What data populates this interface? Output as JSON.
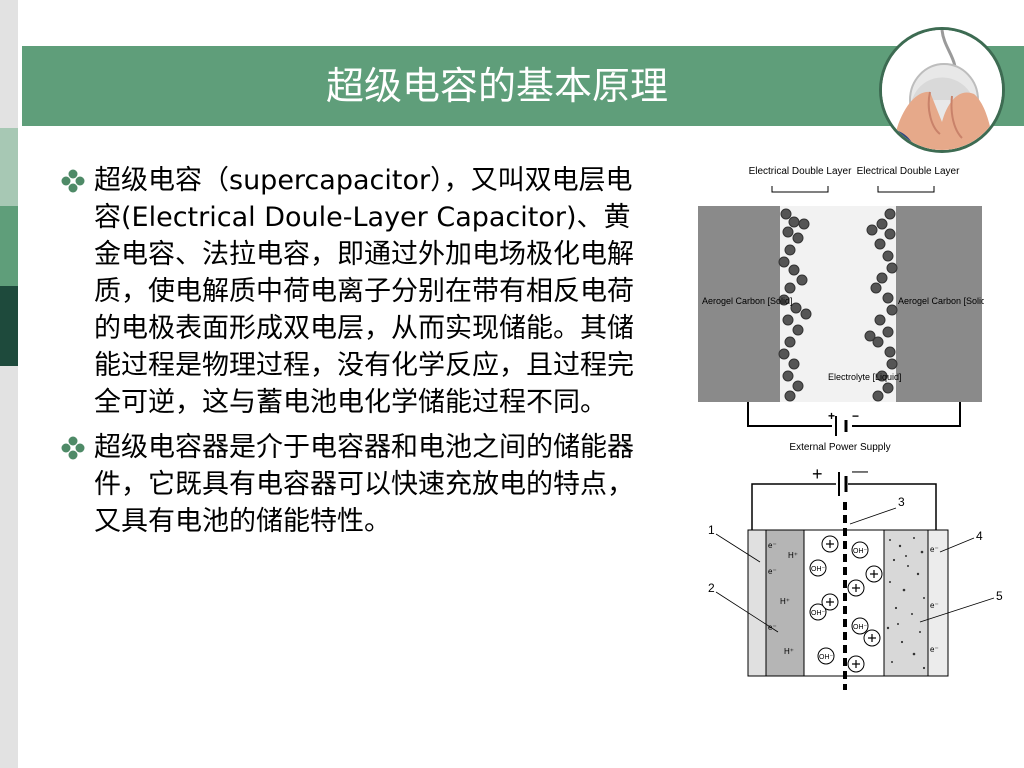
{
  "slide": {
    "title": "超级电容的基本原理",
    "bullets": [
      "超级电容（supercapacitor），又叫双电层电容(Electrical Doule-Layer Capacitor)、黄金电容、法拉电容，即通过外加电场极化电解质，使电解质中荷电离子分别在带有相反电荷的电极表面形成双电层，从而实现储能。其储能过程是物理过程，没有化学反应，且过程完全可逆，这与蓄电池电化学储能过程不同。",
      "超级电容器是介于电容器和电池之间的储能器件，它既具有电容器可以快速充放电的特点，又具有电池的储能特性。"
    ]
  },
  "figure_top": {
    "edl_left": "Electrical Double Layer",
    "edl_right": "Electrical Double Layer",
    "left_electrode": "Aerogel Carbon [Solid]",
    "right_electrode": "Aerogel Carbon [Solid]",
    "electrolyte": "Electrolyte [Liquid]",
    "plus": "+",
    "minus": "−",
    "power_supply": "External Power Supply"
  },
  "figure_bottom": {
    "plus": "+",
    "minus": "—",
    "labels": [
      "1",
      "2",
      "3",
      "4",
      "5"
    ],
    "electron": "e⁻",
    "hydrogen": "H⁺",
    "hydroxide": "OH⁻"
  },
  "colors": {
    "title_band": "#5f9e7a",
    "side_dark": "#1e4a3c",
    "side_mid": "#5f9e7a",
    "side_light": "#a7c8b4",
    "bullet_icon": "#4e8a67"
  }
}
